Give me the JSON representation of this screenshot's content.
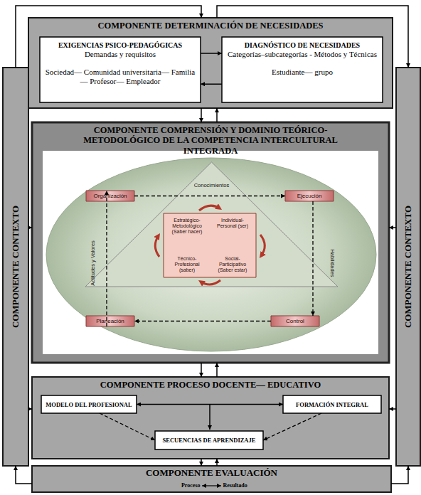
{
  "diagram": {
    "nodes": [
      {
        "text": [
          "COMPONENTE DETERMINACIÓN DE NECESIDADES"
        ]
      },
      {
        "text": [
          "EXIGENCIAS PSICO-PEDAGÓGICAS",
          "Demandas y requisitos",
          "Sociedad— Comunidad universitaria— Familia— Profesor— Empleador"
        ],
        "in": 0
      },
      {
        "text": [
          "DIAGNÓSTICO DE NECESIDADES",
          "Categorías–subcategorías - Métodos y Técnicas",
          "Estudiante— grupo"
        ],
        "in": 0
      },
      {
        "text": [
          "COMPONENTE COMPRENSIÓN Y DOMINIO TEÓRICO-METODOLÓGICO DE LA COMPETENCIA INTERCULTURAL INTEGRADA"
        ]
      },
      {
        "text": [
          "Conocimientos",
          "Actitudes y Valores",
          "Habilidades"
        ],
        "in": 3
      },
      {
        "text": [
          "Estratégico-Metodológico (Saber hacer)",
          "Individual-Personal (ser)",
          "Técnico-Profesional (saber)",
          "Social-Participativo (Saber estar)"
        ],
        "in": 4
      },
      {
        "text": [
          "Organización"
        ],
        "in": 3
      },
      {
        "text": [
          "Ejecución"
        ],
        "in": 3
      },
      {
        "text": [
          "Planeación"
        ],
        "in": 3
      },
      {
        "text": [
          "Control"
        ],
        "in": 3
      },
      {
        "text": [
          "COMPONENTE PROCESO DOCENTE— EDUCATIVO"
        ]
      },
      {
        "text": [
          "MODELO DEL PROFESIONAL"
        ],
        "in": 10
      },
      {
        "text": [
          "FORMACIÓN INTEGRAL"
        ],
        "in": 10
      },
      {
        "text": [
          "SECUENCIAS DE APRENDIZAJE"
        ],
        "in": 10
      },
      {
        "text": [
          "COMPONENTE EVALUACIÓN",
          "Proceso",
          "Resultado"
        ]
      },
      {
        "text": [
          "COMPONENTE CONTEXTO"
        ]
      },
      {
        "text": [
          "COMPONENTE CONTEXTO"
        ]
      }
    ],
    "edges": [
      {
        "from": 1,
        "to": 2,
        "arrow": "to"
      },
      {
        "from": 2,
        "to": 1,
        "arrow": "to"
      },
      {
        "from": 0,
        "to": 3,
        "arrow": "to"
      },
      {
        "from": 3,
        "to": 0,
        "arrow": "to"
      },
      {
        "from": 3,
        "to": 10,
        "arrow": "to"
      },
      {
        "from": 10,
        "to": 3,
        "arrow": "to"
      },
      {
        "from": 10,
        "to": 14,
        "arrow": "to"
      },
      {
        "from": 14,
        "to": 10,
        "arrow": "to"
      },
      {
        "from": 15,
        "to": 0,
        "arrow": "to"
      },
      {
        "from": 0,
        "to": 16,
        "arrow": "to"
      },
      {
        "from": 15,
        "to": 3,
        "arrow": "to"
      },
      {
        "from": 16,
        "to": 3,
        "arrow": "to"
      },
      {
        "from": 15,
        "to": 10,
        "arrow": "to"
      },
      {
        "from": 16,
        "to": 10,
        "arrow": "to"
      },
      {
        "from": 14,
        "to": 15,
        "arrow": "to"
      },
      {
        "from": 14,
        "to": 16,
        "arrow": "to"
      },
      {
        "from": 6,
        "to": 7,
        "arrow": "to"
      },
      {
        "from": 7,
        "to": 9,
        "arrow": "to"
      },
      {
        "from": 9,
        "to": 8,
        "arrow": "to"
      },
      {
        "from": 8,
        "to": 6,
        "arrow": "to"
      },
      {
        "from": 11,
        "to": 12,
        "arrow": "both"
      },
      {
        "from": 11,
        "to": 13,
        "arrow": "to"
      },
      {
        "from": 12,
        "to": 13,
        "arrow": "to"
      }
    ]
  }
}
